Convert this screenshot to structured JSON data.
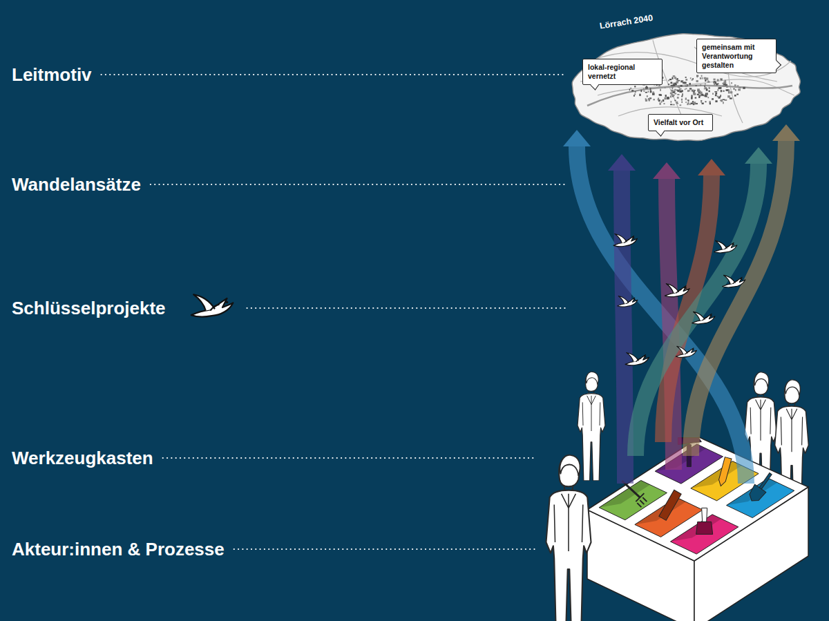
{
  "diagram": {
    "nodes": [
      {
        "text": [
          "Lörrach 2040"
        ]
      },
      {
        "text": [
          "lokal-regional vernetzt"
        ],
        "in": 0
      },
      {
        "text": [
          "gemeinsam mit Verantwortung gestalten"
        ],
        "in": 0
      },
      {
        "text": [
          "Vielfalt vor Ort"
        ],
        "in": 0
      }
    ],
    "labels": [
      "Leitmotiv",
      "Wandelansätze",
      "Schlüsselprojekte",
      "Werkzeugkasten",
      "Akteur:innen & Prozesse"
    ]
  }
}
